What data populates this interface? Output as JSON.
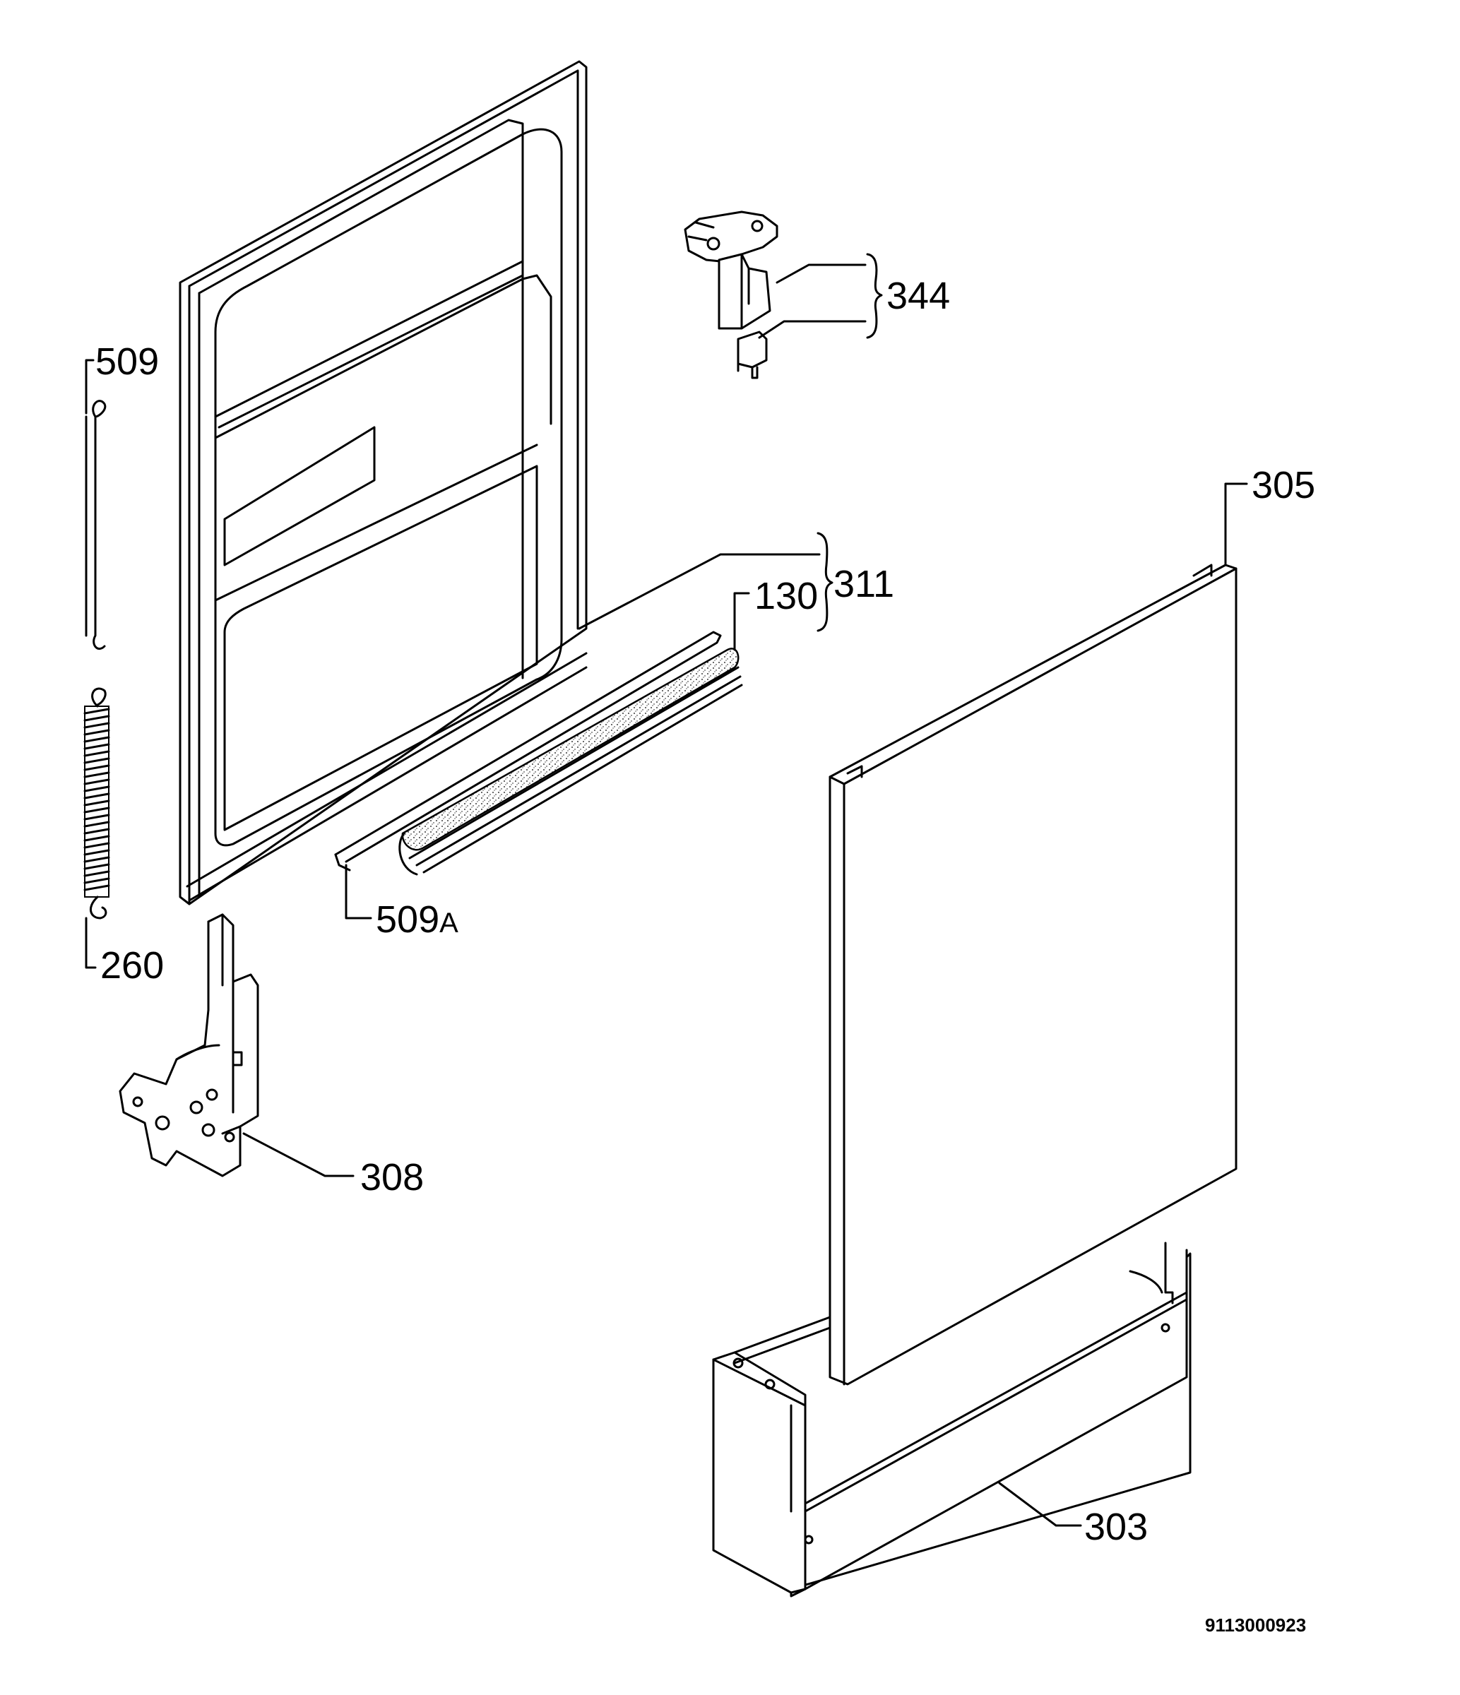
{
  "labels": {
    "p509": "509",
    "p260": "260",
    "p308": "308",
    "p509a_main": "509",
    "p509a_suffix": "A",
    "p130": "130",
    "p311": "311",
    "p344": "344",
    "p305": "305",
    "p303": "303"
  },
  "diagram_code": "9113000923"
}
